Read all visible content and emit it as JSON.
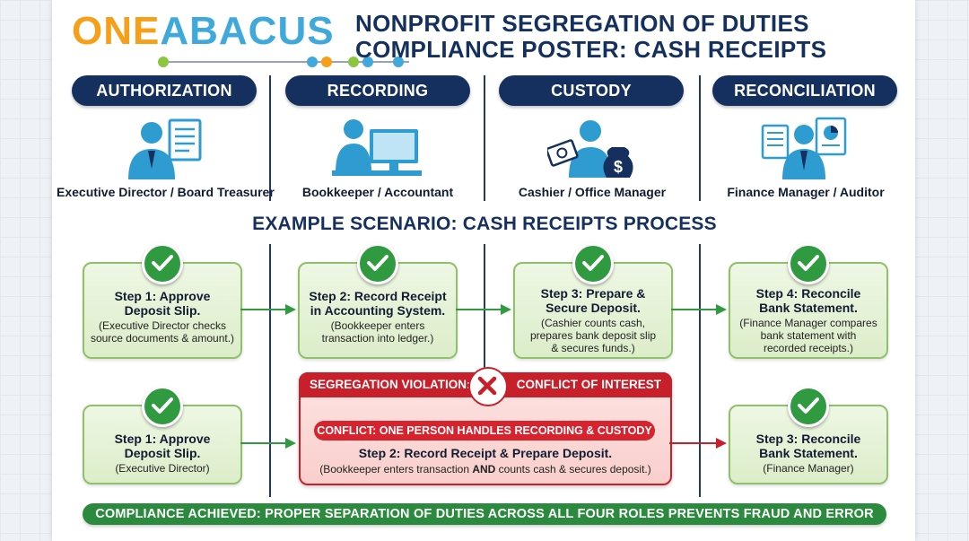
{
  "logo": {
    "part1": "ONE",
    "part2": "ABACUS"
  },
  "title": {
    "line1": "NONPROFIT SEGREGATION OF DUTIES",
    "line2": "COMPLIANCE POSTER: CASH RECEIPTS"
  },
  "roles": [
    {
      "label": "AUTHORIZATION",
      "person": "Executive Director / Board Treasurer",
      "icon": "person-document-icon"
    },
    {
      "label": "RECORDING",
      "person": "Bookkeeper / Accountant",
      "icon": "person-computer-icon"
    },
    {
      "label": "CUSTODY",
      "person": "Cashier / Office Manager",
      "icon": "person-money-icon"
    },
    {
      "label": "RECONCILIATION",
      "person": "Finance Manager / Auditor",
      "icon": "person-report-icon"
    }
  ],
  "scenario_title": "EXAMPLE SCENARIO: CASH RECEIPTS PROCESS",
  "proper_steps": [
    {
      "title": "Step 1: Approve\nDeposit Slip.",
      "desc": "(Executive Director checks\nsource documents & amount.)"
    },
    {
      "title": "Step 2: Record Receipt\nin Accounting System.",
      "desc": "(Bookkeeper enters\ntransaction into ledger.)"
    },
    {
      "title": "Step 3: Prepare &\nSecure Deposit.",
      "desc": "(Cashier counts cash,\nprepares bank deposit slip\n& secures funds.)"
    },
    {
      "title": "Step 4: Reconcile\nBank Statement.",
      "desc": "(Finance Manager compares\nbank statement with\nrecorded receipts.)"
    }
  ],
  "violation_steps": {
    "step1": {
      "title": "Step 1: Approve\nDeposit Slip.",
      "desc": "(Executive Director)"
    },
    "step3": {
      "title": "Step 3: Reconcile\nBank Statement.",
      "desc": "(Finance Manager)"
    }
  },
  "violation": {
    "left_label": "SEGREGATION VIOLATION:",
    "right_label": "CONFLICT OF INTEREST",
    "conflict": "CONFLICT: ONE PERSON HANDLES RECORDING & CUSTODY",
    "step_title": "Step 2: Record Receipt & Prepare Deposit.",
    "desc_before": "(Bookkeeper enters transaction ",
    "desc_bold": "AND",
    "desc_after": " counts cash & secures deposit.)"
  },
  "compliance": "COMPLIANCE ACHIEVED: PROPER SEPARATION OF DUTIES ACROSS ALL FOUR ROLES PREVENTS FRAUD AND ERROR",
  "colors": {
    "navy": "#15305e",
    "green": "#2f9a3f",
    "red": "#c8202b",
    "icon_blue": "#2e9bd1",
    "logo_orange": "#f6a01a",
    "logo_blue": "#3fa9dc"
  }
}
